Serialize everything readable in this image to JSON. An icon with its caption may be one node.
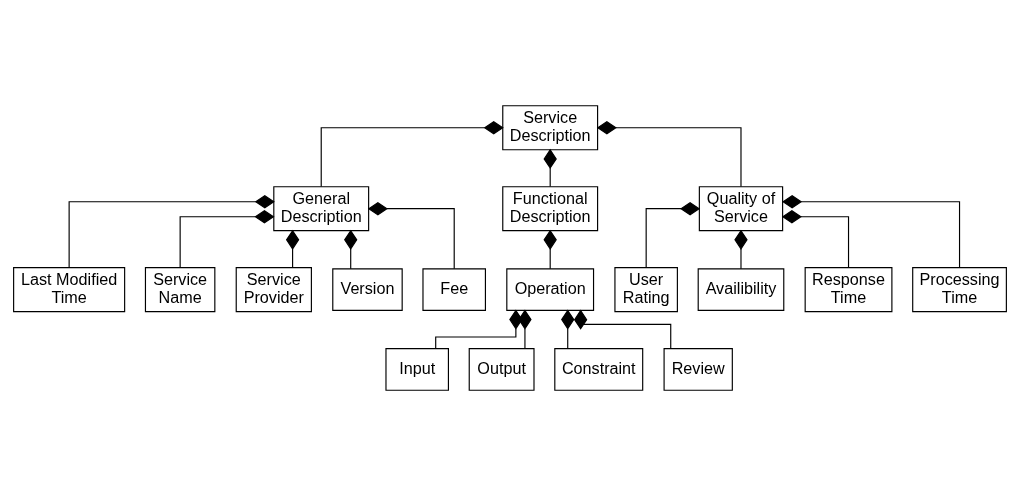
{
  "diagram": {
    "nodes": [
      {
        "text": [
          "Service Description"
        ]
      },
      {
        "text": [
          "General Description"
        ]
      },
      {
        "text": [
          "Functional Description"
        ]
      },
      {
        "text": [
          "Quality of Service"
        ]
      },
      {
        "text": [
          "Last Modified Time"
        ]
      },
      {
        "text": [
          "Service Name"
        ]
      },
      {
        "text": [
          "Service Provider"
        ]
      },
      {
        "text": [
          "Version"
        ]
      },
      {
        "text": [
          "Fee"
        ]
      },
      {
        "text": [
          "Operation"
        ]
      },
      {
        "text": [
          "User Rating"
        ]
      },
      {
        "text": [
          "Availibility"
        ]
      },
      {
        "text": [
          "Response Time"
        ]
      },
      {
        "text": [
          "Processing Time"
        ]
      },
      {
        "text": [
          "Input"
        ]
      },
      {
        "text": [
          "Output"
        ]
      },
      {
        "text": [
          "Constraint"
        ]
      },
      {
        "text": [
          "Review"
        ]
      }
    ],
    "edges": [
      {
        "from": 0,
        "to": 1,
        "arrow": "other"
      },
      {
        "from": 0,
        "to": 2,
        "arrow": "other"
      },
      {
        "from": 0,
        "to": 3,
        "arrow": "other"
      },
      {
        "from": 1,
        "to": 4,
        "arrow": "other"
      },
      {
        "from": 1,
        "to": 5,
        "arrow": "other"
      },
      {
        "from": 1,
        "to": 6,
        "arrow": "other"
      },
      {
        "from": 1,
        "to": 7,
        "arrow": "other"
      },
      {
        "from": 1,
        "to": 8,
        "arrow": "other"
      },
      {
        "from": 2,
        "to": 9,
        "arrow": "other"
      },
      {
        "from": 3,
        "to": 10,
        "arrow": "other"
      },
      {
        "from": 3,
        "to": 11,
        "arrow": "other"
      },
      {
        "from": 3,
        "to": 12,
        "arrow": "other"
      },
      {
        "from": 3,
        "to": 13,
        "arrow": "other"
      },
      {
        "from": 9,
        "to": 14,
        "arrow": "other"
      },
      {
        "from": 9,
        "to": 15,
        "arrow": "other"
      },
      {
        "from": 9,
        "to": 16,
        "arrow": "other"
      },
      {
        "from": 9,
        "to": 17,
        "arrow": "other"
      }
    ]
  }
}
